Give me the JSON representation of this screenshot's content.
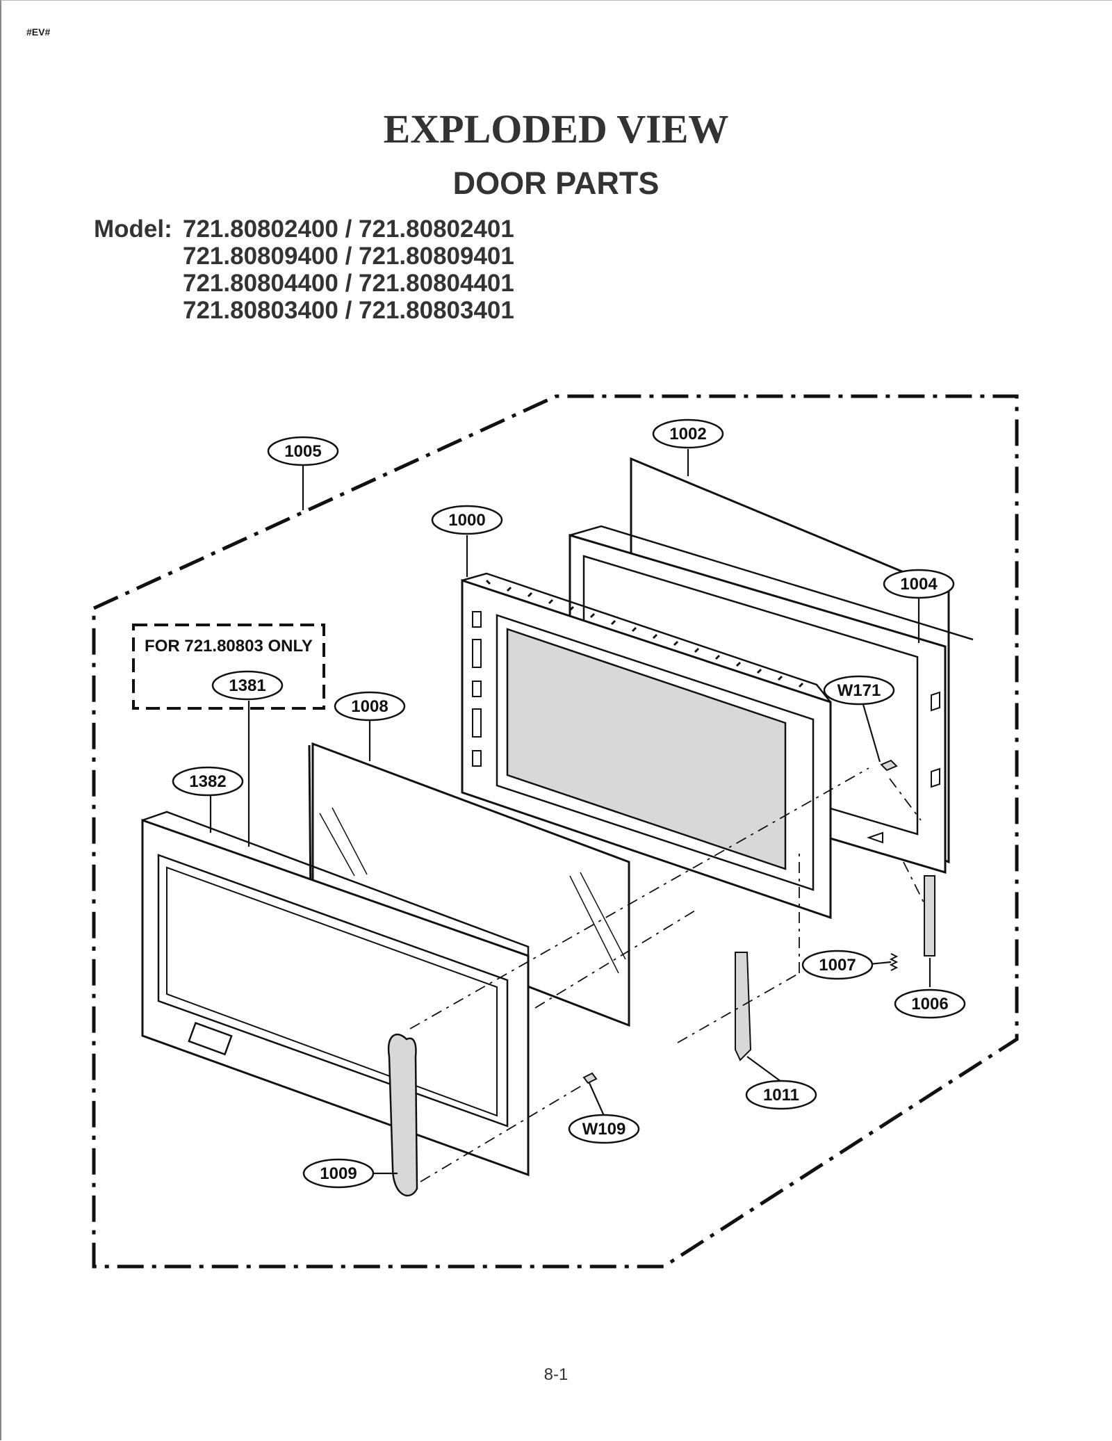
{
  "corner_tag": "#EV#",
  "title": "EXPLODED VIEW",
  "subtitle": "DOOR PARTS",
  "models": {
    "label": "Model:",
    "rows": [
      "721.80802400 / 721.80802401",
      "721.80809400 / 721.80809401",
      "721.80804400 / 721.80804401",
      "721.80803400 / 721.80803401"
    ]
  },
  "note_box": {
    "text": "FOR 721.80803 ONLY",
    "part": "1381"
  },
  "callouts": {
    "c1005": "1005",
    "c1002": "1002",
    "c1000": "1000",
    "c1004": "1004",
    "c1008": "1008",
    "cW171": "W171",
    "c1382": "1382",
    "c1007": "1007",
    "c1006": "1006",
    "c1011": "1011",
    "cW109": "W109",
    "c1009": "1009"
  },
  "page_number": "8-1"
}
